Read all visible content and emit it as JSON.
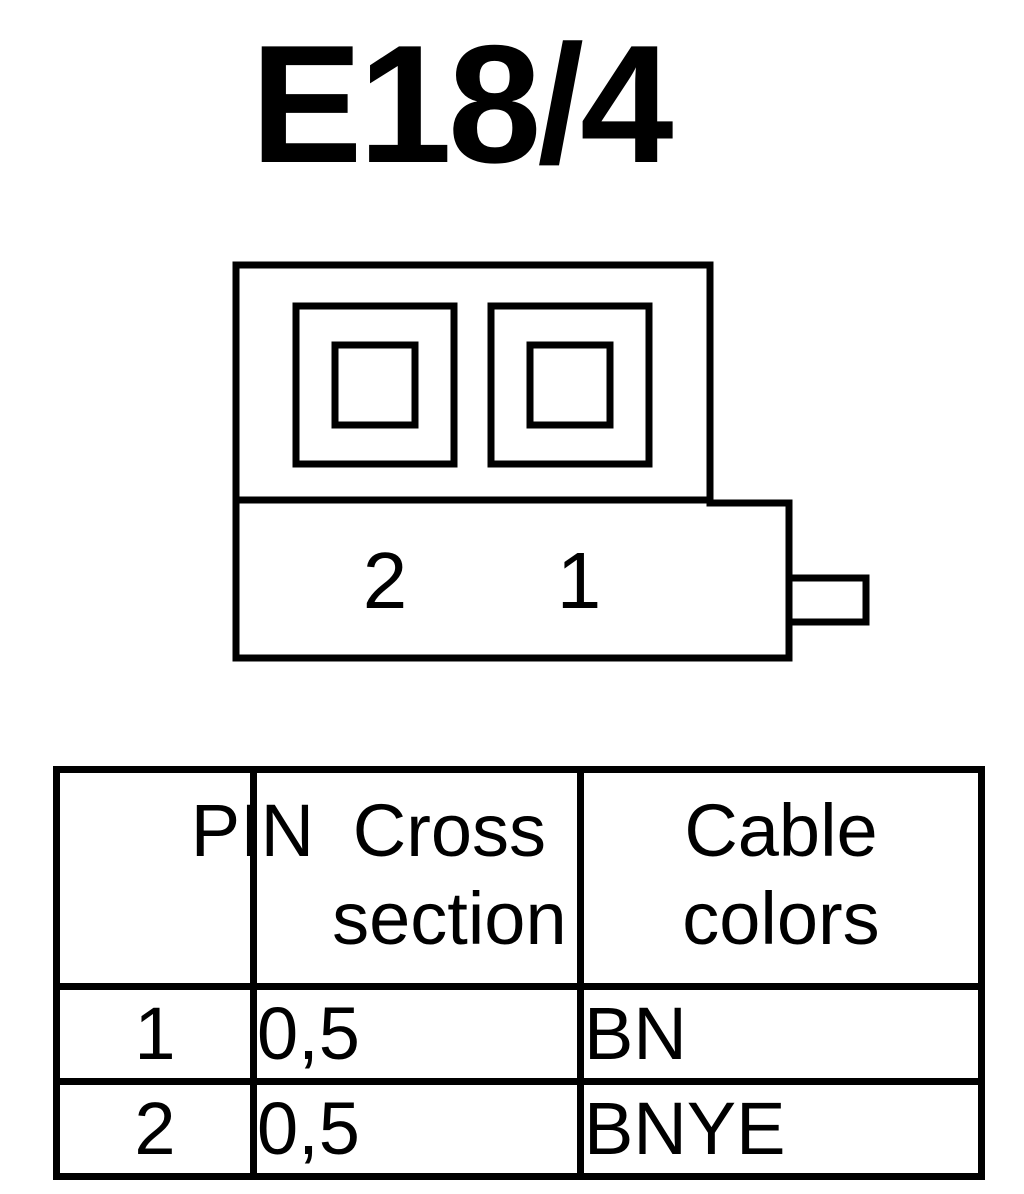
{
  "title": "E18/4",
  "connector": {
    "pin_labels": [
      "2",
      "1"
    ]
  },
  "table": {
    "headers": [
      "PIN",
      "Cross section",
      "Cable colors"
    ],
    "rows": [
      {
        "pin": "1",
        "cross_section": "0,5",
        "color": "BN"
      },
      {
        "pin": "2",
        "cross_section": "0,5",
        "color": "BNYE"
      }
    ]
  }
}
